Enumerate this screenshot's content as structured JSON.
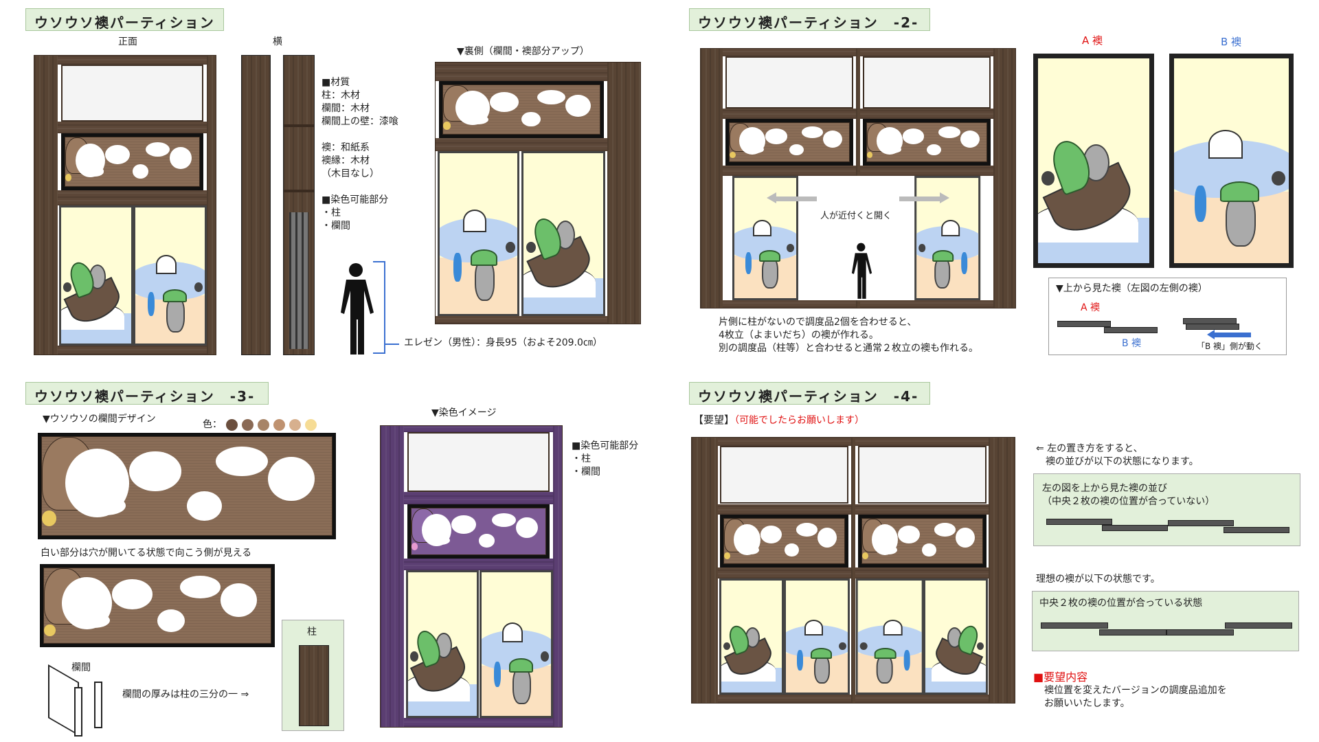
{
  "panel1": {
    "title": "ウソウソ襖パーティション",
    "front_label": "正面",
    "side_label": "横",
    "back_label": "▼裏側（欄間・襖部分アップ）",
    "materials": [
      "■材質",
      "柱：木材",
      "欄間：木材",
      "欄間上の壁：漆喰",
      "",
      "襖：和紙系",
      "襖縁：木材",
      "（木目なし）",
      "",
      "■染色可能部分",
      "・柱",
      "・欄間"
    ],
    "height_note": "エレゼン（男性）：身長95（およそ209.0㎝）"
  },
  "panel2": {
    "title": "ウソウソ襖パーティション　-2-",
    "door_note": "人が近付くと開く",
    "caption": [
      "片側に柱がないので調度品2個を合わせると、",
      "4枚立（よまいだち）の襖が作れる。",
      "別の調度品（柱等）と合わせると通常２枚立の襖も作れる。"
    ],
    "label_a": "A 襖",
    "label_b": "B 襖",
    "topview": {
      "title": "▼上から見た襖（左図の左側の襖）",
      "label_a": "A 襖",
      "label_b": "B 襖",
      "moves": "「B 襖」側が動く"
    }
  },
  "panel3": {
    "title": "ウソウソ襖パーティション　-3-",
    "design_label": "▼ウソウソの欄間デザイン",
    "color_label": "色：",
    "colors": [
      "#6b4f3e",
      "#8a6a55",
      "#a78467",
      "#bf9270",
      "#d7b08e",
      "#f6dc95"
    ],
    "hole_note": "白い部分は穴が開いてる状態で向こう側が見える",
    "ranma_label": "欄間",
    "thickness_note": "欄間の厚みは柱の三分の一 ⇒",
    "pillar_label": "柱",
    "dye_label": "▼染色イメージ",
    "dye_parts": [
      "■染色可能部分",
      "・柱",
      "・欄間"
    ]
  },
  "panel4": {
    "title": "ウソウソ襖パーティション　-4-",
    "request_head": "【要望】",
    "request_sub": "（可能でしたらお願いします）",
    "note": [
      "⇐ 左の置き方をすると、",
      "　襖の並びが以下の状態になります。"
    ],
    "box1": [
      "左の図を上から見た襖の並び",
      "（中央２枚の襖の位置が合っていない）"
    ],
    "ideal": "理想の襖が以下の状態です。",
    "box2": "中央２枚の襖の位置が合っている状態",
    "req_title": "■要望内容",
    "req_body": [
      "襖位置を変えたバージョンの調度品追加を",
      "お願いいたします。"
    ]
  },
  "colors": {
    "accent_red": "#e01010",
    "accent_blue": "#3a6fd0",
    "title_bg": "#e2f0da"
  }
}
